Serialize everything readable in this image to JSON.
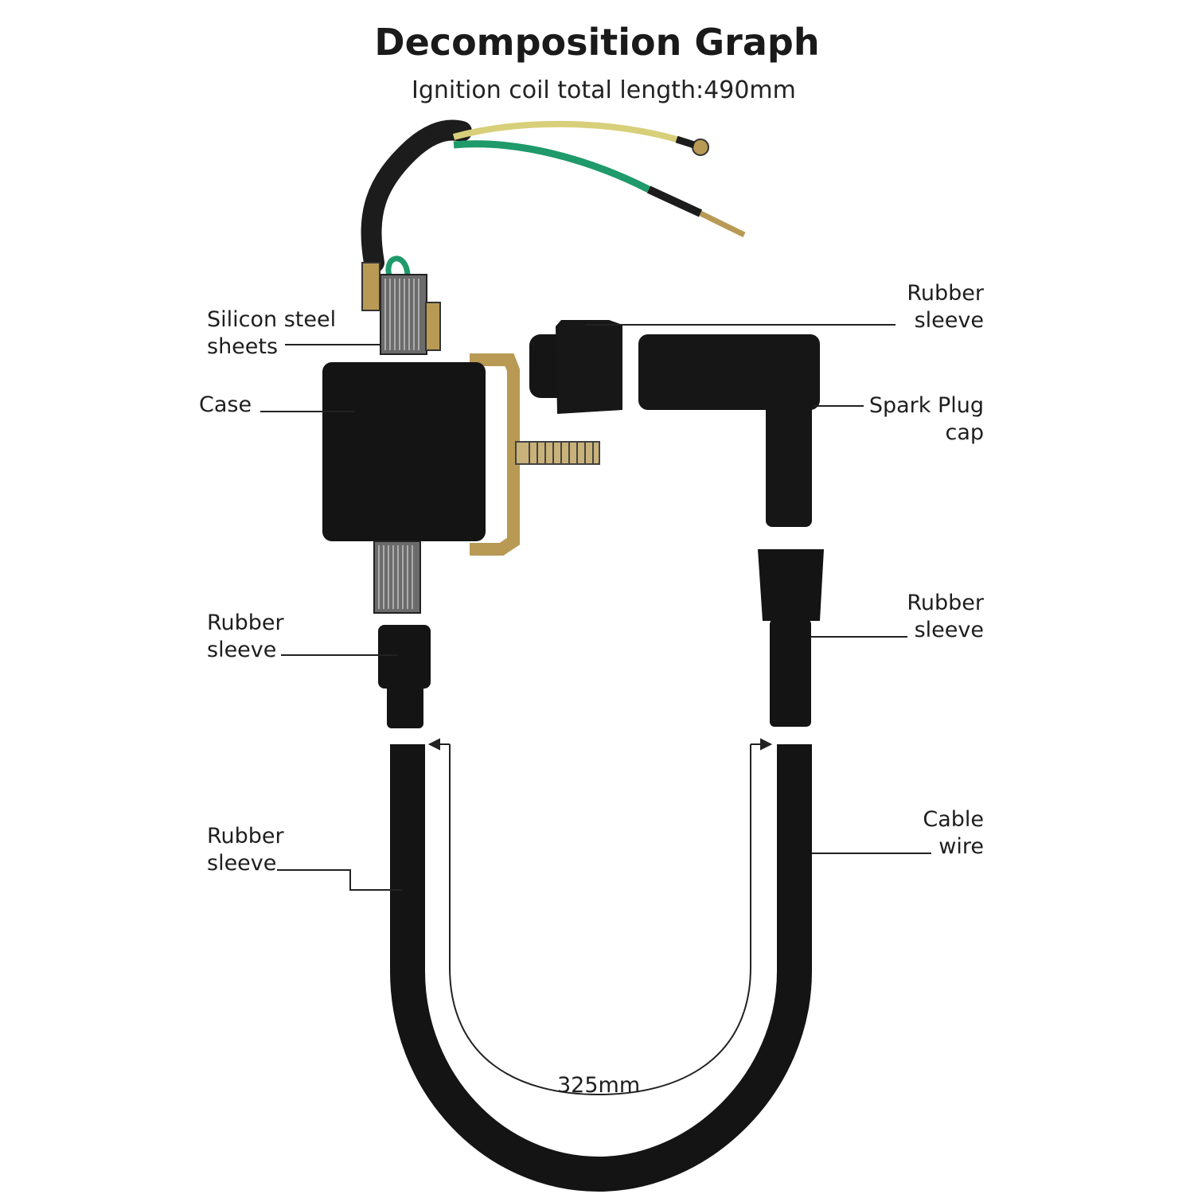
{
  "header": {
    "title": "Decomposition Graph",
    "subtitle": "Ignition coil total length:490mm"
  },
  "labels": {
    "silicon_steel": [
      "Silicon steel",
      "sheets"
    ],
    "case": "Case",
    "rubber_sleeve_top_right": [
      "Rubber",
      "sleeve"
    ],
    "spark_plug_cap": [
      "Spark Plug",
      "cap"
    ],
    "rubber_sleeve_mid_right": [
      "Rubber",
      "sleeve"
    ],
    "rubber_sleeve_mid_left": [
      "Rubber",
      "sleeve"
    ],
    "rubber_sleeve_bottom_left": [
      "Rubber",
      "sleeve"
    ],
    "cable_wire": [
      "Cable",
      "wire"
    ]
  },
  "dimensions": {
    "cable_length": "325mm"
  },
  "colors": {
    "part_black": "#111111",
    "wire_green": "#1f9a6a",
    "wire_yellow": "#d8cf7a",
    "bracket_gold": "#b89a55",
    "leader_line": "#222222"
  }
}
